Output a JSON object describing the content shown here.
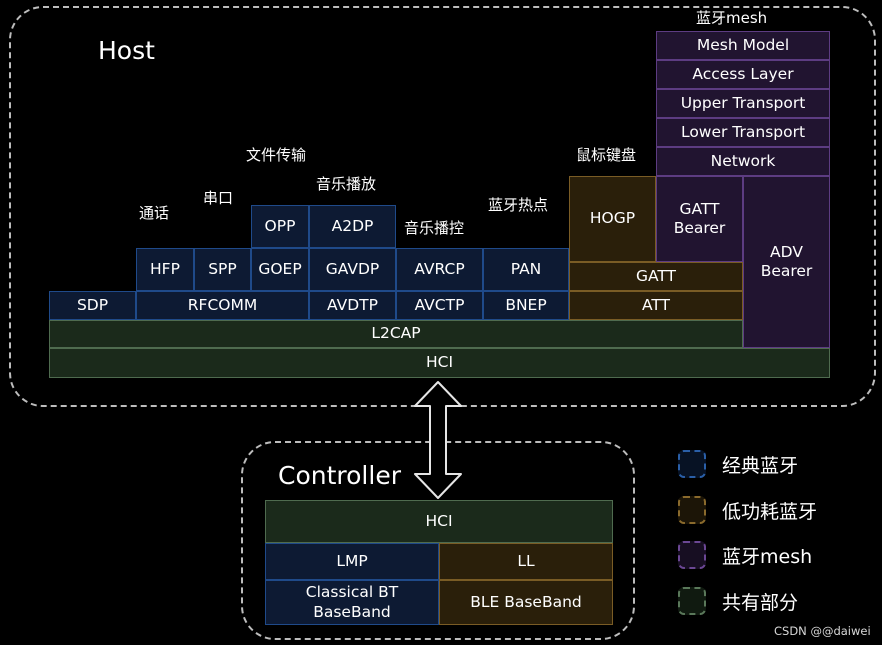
{
  "host": {
    "title": "Host",
    "blocks": {
      "mesh_model": "Mesh Model",
      "access_layer": "Access Layer",
      "upper_transport": "Upper Transport",
      "lower_transport": "Lower Transport",
      "network": "Network",
      "hogp": "HOGP",
      "gatt_bearer": "GATT\nBearer",
      "adv_bearer": "ADV\nBearer",
      "gatt": "GATT",
      "att": "ATT",
      "opp": "OPP",
      "a2dp": "A2DP",
      "hfp": "HFP",
      "spp": "SPP",
      "goep": "GOEP",
      "gavdp": "GAVDP",
      "avrcp": "AVRCP",
      "pan": "PAN",
      "sdp": "SDP",
      "rfcomm": "RFCOMM",
      "avdtp": "AVDTP",
      "avctp": "AVCTP",
      "bnep": "BNEP",
      "l2cap": "L2CAP",
      "hci": "HCI"
    },
    "labels": {
      "mesh": "蓝牙mesh",
      "mouse_keyboard": "鼠标键盘",
      "file_transfer": "文件传输",
      "music_play": "音乐播放",
      "call": "通话",
      "serial": "串口",
      "music_control": "音乐播控",
      "hotspot": "蓝牙热点"
    }
  },
  "controller": {
    "title": "Controller",
    "blocks": {
      "hci": "HCI",
      "lmp": "LMP",
      "ll": "LL",
      "classic_baseband": "Classical BT\nBaseBand",
      "ble_baseband": "BLE BaseBand"
    }
  },
  "legend": [
    {
      "label": "经典蓝牙",
      "color": "#1f4a8a"
    },
    {
      "label": "低功耗蓝牙",
      "color": "#7a5c25"
    },
    {
      "label": "蓝牙mesh",
      "color": "#5d3c82"
    },
    {
      "label": "共有部分",
      "color": "#4f6b4f"
    }
  ],
  "watermark": "CSDN @@daiwei"
}
